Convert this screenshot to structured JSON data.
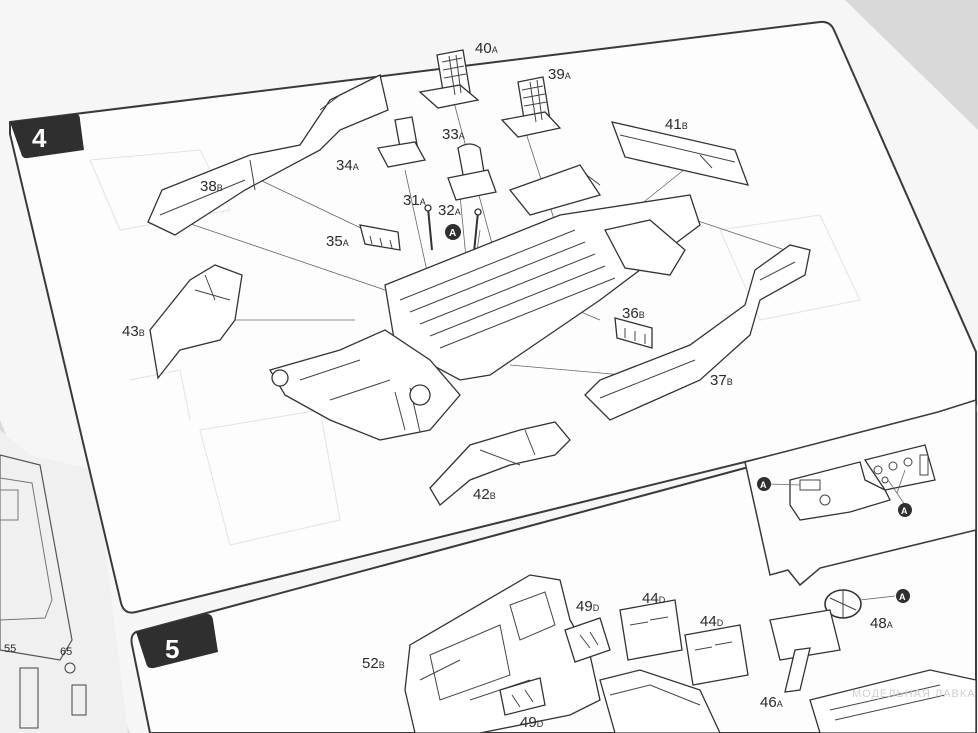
{
  "steps": [
    {
      "number": "4"
    },
    {
      "number": "5"
    }
  ],
  "step4_parts": [
    {
      "num": "40",
      "suffix": "A"
    },
    {
      "num": "39",
      "suffix": "A"
    },
    {
      "num": "41",
      "suffix": "B"
    },
    {
      "num": "33",
      "suffix": "A"
    },
    {
      "num": "34",
      "suffix": "A"
    },
    {
      "num": "38",
      "suffix": "B"
    },
    {
      "num": "31",
      "suffix": "A"
    },
    {
      "num": "32",
      "suffix": "A"
    },
    {
      "num": "35",
      "suffix": "A"
    },
    {
      "num": "43",
      "suffix": "B"
    },
    {
      "num": "36",
      "suffix": "B"
    },
    {
      "num": "37",
      "suffix": "B"
    },
    {
      "num": "42",
      "suffix": "B"
    }
  ],
  "step5_parts": [
    {
      "num": "44",
      "suffix": "D"
    },
    {
      "num": "44",
      "suffix": "D"
    },
    {
      "num": "49",
      "suffix": "D"
    },
    {
      "num": "52",
      "suffix": "B"
    },
    {
      "num": "49",
      "suffix": "D"
    },
    {
      "num": "48",
      "suffix": "A"
    },
    {
      "num": "46",
      "suffix": "A"
    }
  ],
  "markers": {
    "callout": "A"
  },
  "left_page_numbers": [
    "55",
    "65"
  ],
  "watermark": "МОДЕЛЬНАЯ ЛАВКА"
}
